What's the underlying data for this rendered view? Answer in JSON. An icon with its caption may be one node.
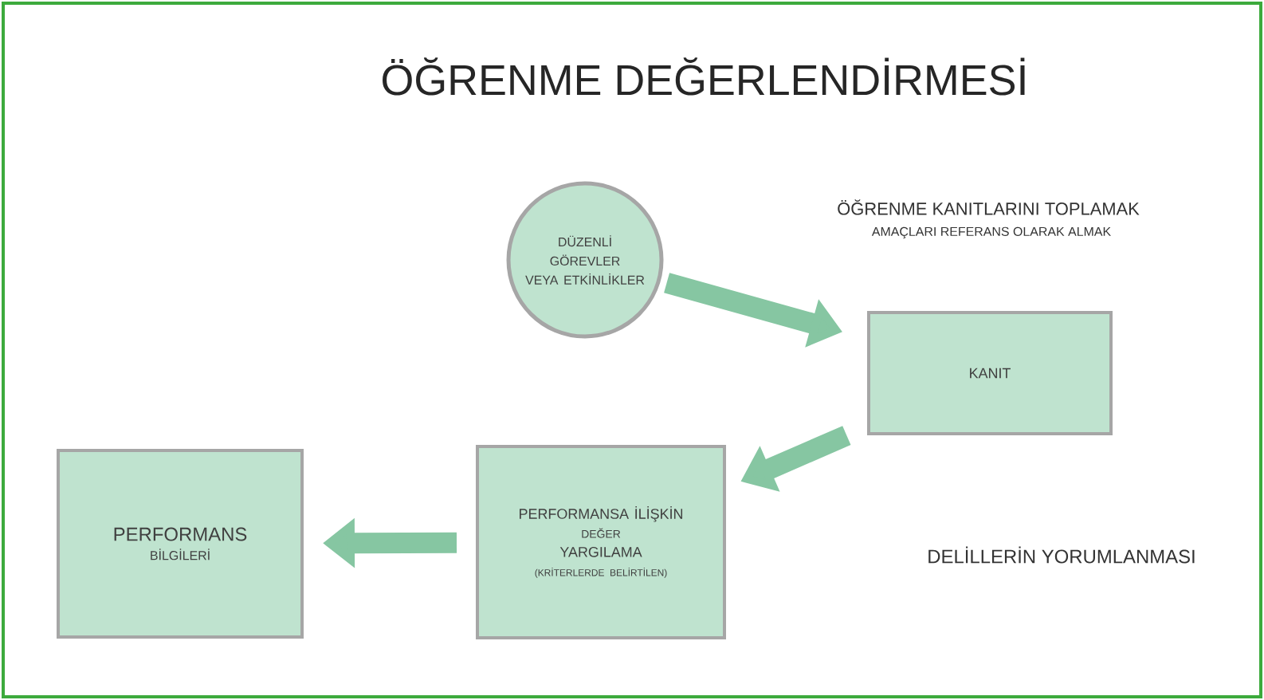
{
  "diagram": {
    "title": "ÖĞRENME DEĞERLENDİRMESİ",
    "nodes": [
      {
        "text": [
          "DÜZENLİ GÖREVLER VEYA ETKİNLİKLER"
        ]
      },
      {
        "text": [
          "KANIT"
        ]
      },
      {
        "text": [
          "PERFORMANSA İLİŞKİN",
          "DEĞER",
          "YARGILAMA",
          "(KRİTERLERDE BELİRTİLEN)"
        ]
      },
      {
        "text": [
          "PERFORMANS",
          "BİLGİLERİ"
        ]
      }
    ],
    "edges": [
      {
        "from": 0,
        "to": 1,
        "arrow": "to"
      },
      {
        "from": 1,
        "to": 2,
        "arrow": "to"
      },
      {
        "from": 2,
        "to": 3,
        "arrow": "to"
      }
    ],
    "labels": [
      "ÖĞRENME KANITLARINI TOPLAMAK",
      "AMAÇLARI REFERANS OLARAK ALMAK",
      "DELİLLERİN YORUMLANMASI"
    ]
  }
}
